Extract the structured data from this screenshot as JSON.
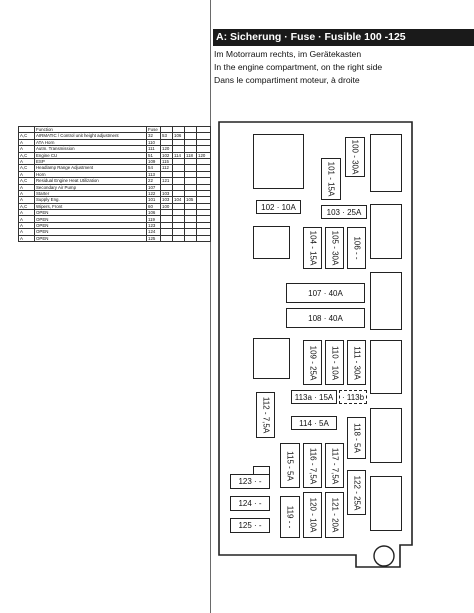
{
  "header": {
    "title": "A: Sicherung · Fuse · Fusible 100 -125",
    "line_de": "Im Motorraum rechts, im Gerätekasten",
    "line_en": "In the engine compartment, on the right side",
    "line_fr": "Dans le compartiment moteur, à droite"
  },
  "table": {
    "headers": [
      "",
      "Function",
      "Fuse",
      "",
      "",
      "",
      ""
    ],
    "rows": [
      [
        "A,C",
        "AIRMATIC / Control unit height adjustment",
        "32",
        "53",
        "106",
        "",
        ""
      ],
      [
        "A",
        "ATA Horn",
        "110",
        "",
        "",
        "",
        ""
      ],
      [
        "A",
        "Autm. Transmission",
        "111",
        "120",
        "",
        "",
        ""
      ],
      [
        "A,C",
        "Engine CU",
        "51",
        "102",
        "114",
        "118",
        "120"
      ],
      [
        "A",
        "ESP",
        "109",
        "115",
        "",
        "",
        ""
      ],
      [
        "A,C",
        "Headlamp Range Adjustment",
        "54",
        "112",
        "",
        "",
        ""
      ],
      [
        "A",
        "Horn",
        "113",
        "",
        "",
        "",
        ""
      ],
      [
        "A,C",
        "Residual Engine Heat Utilization",
        "22",
        "121",
        "",
        "",
        ""
      ],
      [
        "A",
        "Secondary Air Pump",
        "107",
        "",
        "",
        "",
        ""
      ],
      [
        "A",
        "Starter",
        "122",
        "103",
        "",
        "",
        ""
      ],
      [
        "A",
        "Supply Eng.",
        "101",
        "103",
        "104",
        "105",
        ""
      ],
      [
        "A,C",
        "Wipers, Front",
        "60",
        "100",
        "",
        "",
        ""
      ],
      [
        "A",
        "OPEN",
        "106",
        "",
        "",
        "",
        ""
      ],
      [
        "A",
        "OPEN",
        "119",
        "",
        "",
        "",
        ""
      ],
      [
        "A",
        "OPEN",
        "123",
        "",
        "",
        "",
        ""
      ],
      [
        "A",
        "OPEN",
        "124",
        "",
        "",
        "",
        ""
      ],
      [
        "A",
        "OPEN",
        "125",
        "",
        "",
        "",
        ""
      ]
    ]
  },
  "fuses": {
    "f100": "100 - 30A",
    "f101": "101 - 15A",
    "f102": "102 · 10A",
    "f103": "103 · 25A",
    "f104": "104 - 15A",
    "f105": "105 - 30A",
    "f106": "106 - -",
    "f107": "107 · 40A",
    "f108": "108 · 40A",
    "f109": "109 - 25A",
    "f110": "110 - 10A",
    "f111": "111 - 30A",
    "f112": "112 - 7,5A",
    "f113a": "113a · 15A",
    "f113b": "· 113b",
    "f114": "114 · 5A",
    "f115": "115 - 5A",
    "f116": "116 - 7,5A",
    "f117": "117 - 7,5A",
    "f118": "118 - 5A",
    "f119": "119 - -",
    "f120": "120 - 10A",
    "f121": "121 - 20A",
    "f122": "122 - 25A",
    "f123": "123 · -",
    "f124": "124 · -",
    "f125": "125 · -"
  }
}
